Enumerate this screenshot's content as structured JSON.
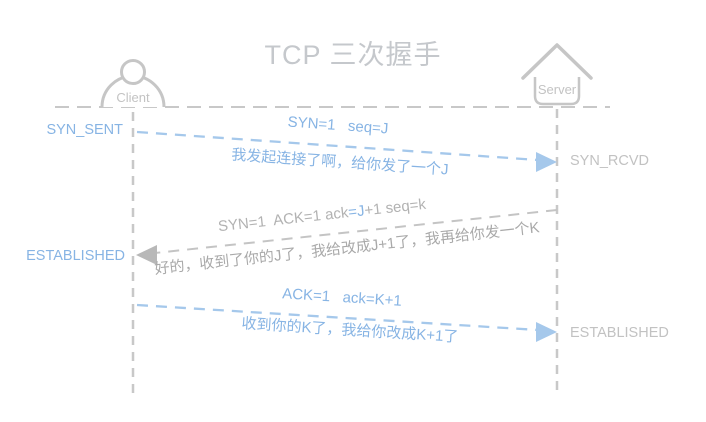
{
  "title": "TCP 三次握手",
  "colors": {
    "blue_text": "#87b4e4",
    "blue_arrow": "#a5c8eb",
    "gray_line": "#c8c8c8",
    "gray_text": "#c2c2c2",
    "gray_arrowhead": "#b8b8b8",
    "title_gray": "#c5c8cc"
  },
  "client": {
    "label": "Client",
    "state_after_msg1": "SYN_SENT",
    "state_after_msg2": "ESTABLISHED"
  },
  "server": {
    "label": "Server",
    "state_after_msg1": "SYN_RCVD",
    "state_after_msg3": "ESTABLISHED"
  },
  "messages": [
    {
      "from": "client",
      "to": "server",
      "label": "SYN=1   seq=J",
      "note": "我发起连接了啊，给你发了一个J",
      "style": "blue-dashed"
    },
    {
      "from": "server",
      "to": "client",
      "label_pre": "SYN=1  ACK=1 ack",
      "label_blue": "=J",
      "label_post": "+1 seq=k",
      "note": "好的，收到了你的J了，我给改成J+1了，我再给你发一个K",
      "style": "gray-dashed"
    },
    {
      "from": "client",
      "to": "server",
      "label": "ACK=1   ack=K+1",
      "note": "收到你的K了，我给你改成K+1了",
      "style": "blue-dashed"
    }
  ]
}
